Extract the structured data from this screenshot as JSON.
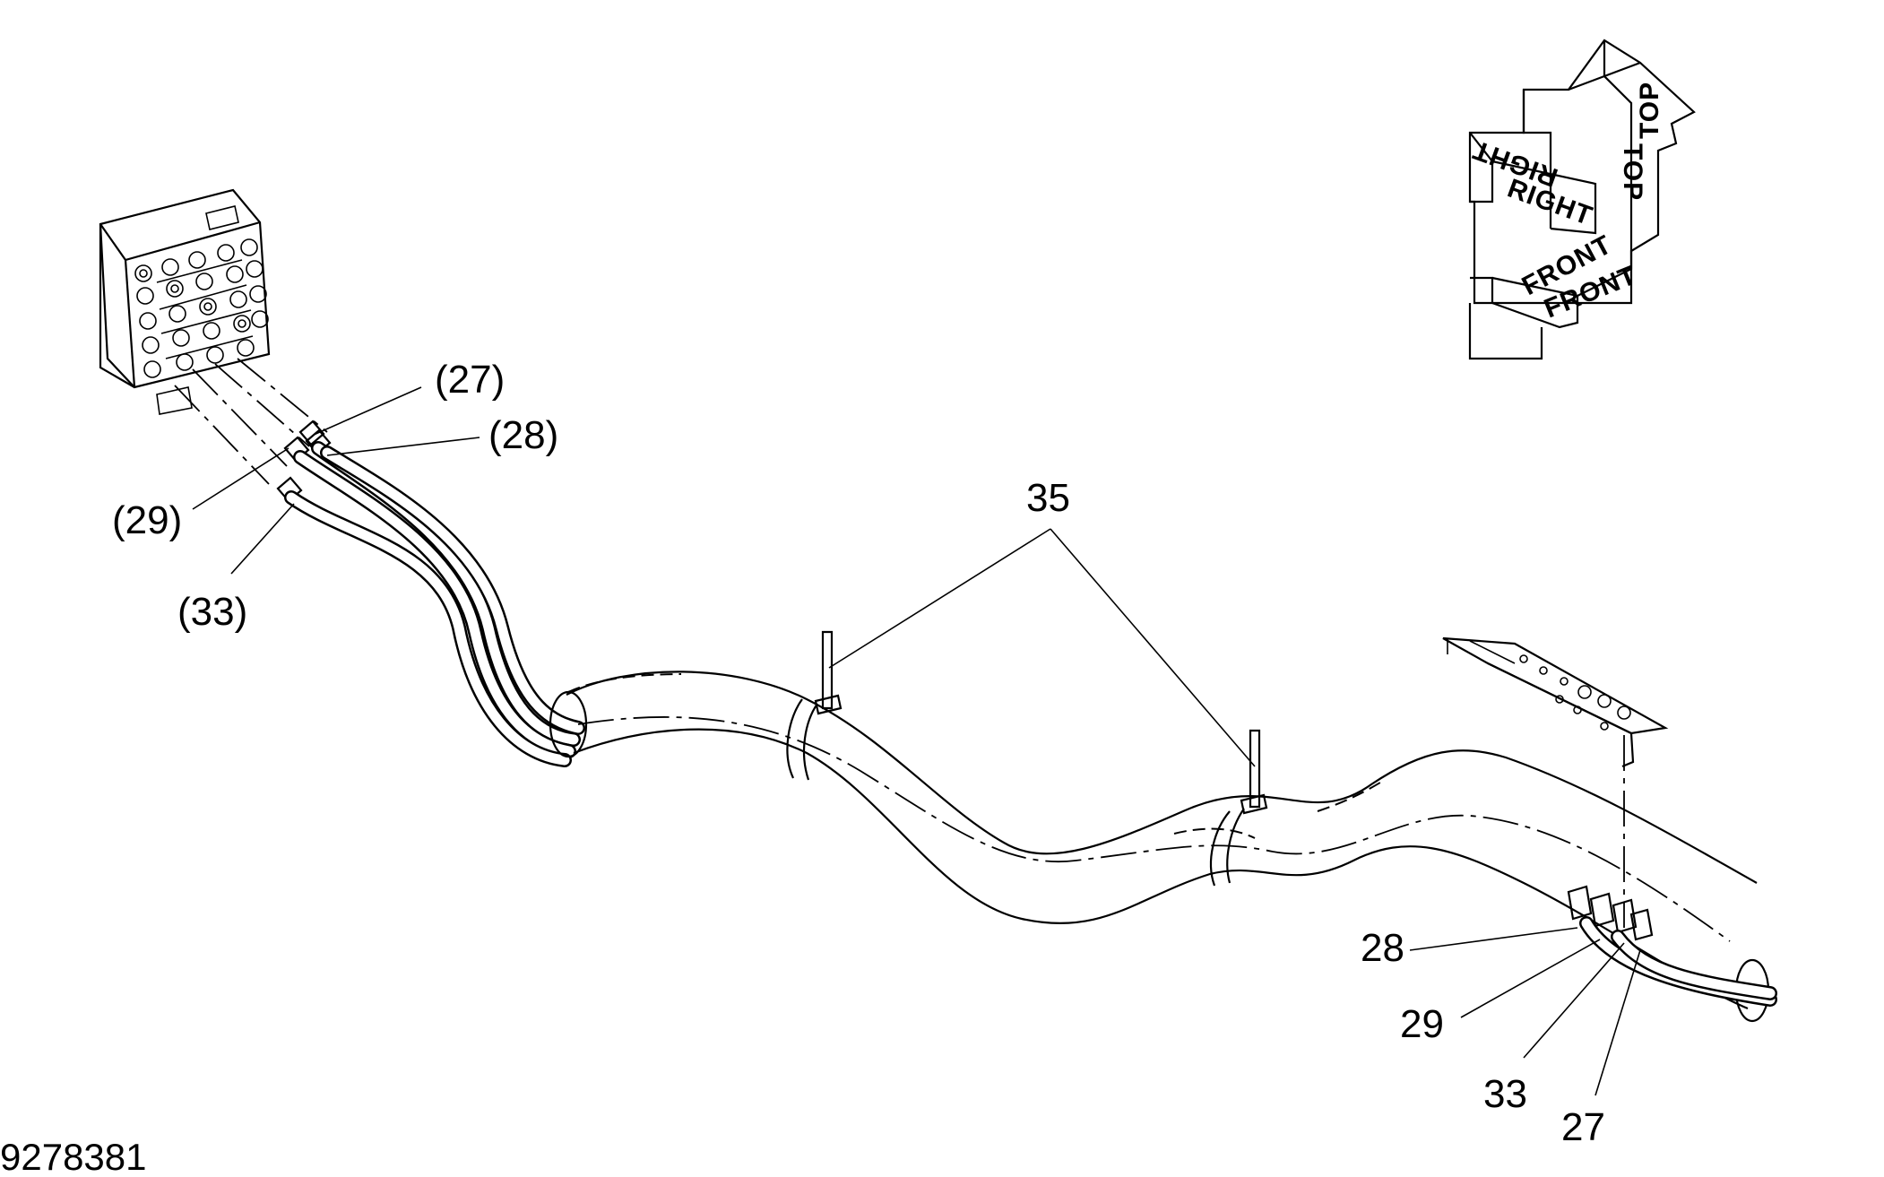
{
  "drawing_number": "9278381",
  "orientation": {
    "top_label": "TOP",
    "right_label": "RIGHT",
    "front_label": "FRONT"
  },
  "callouts": {
    "valve_end": [
      "(27)",
      "(28)",
      "(29)",
      "(33)"
    ],
    "ties": "35",
    "motor_end": [
      "28",
      "29",
      "33",
      "27"
    ]
  }
}
